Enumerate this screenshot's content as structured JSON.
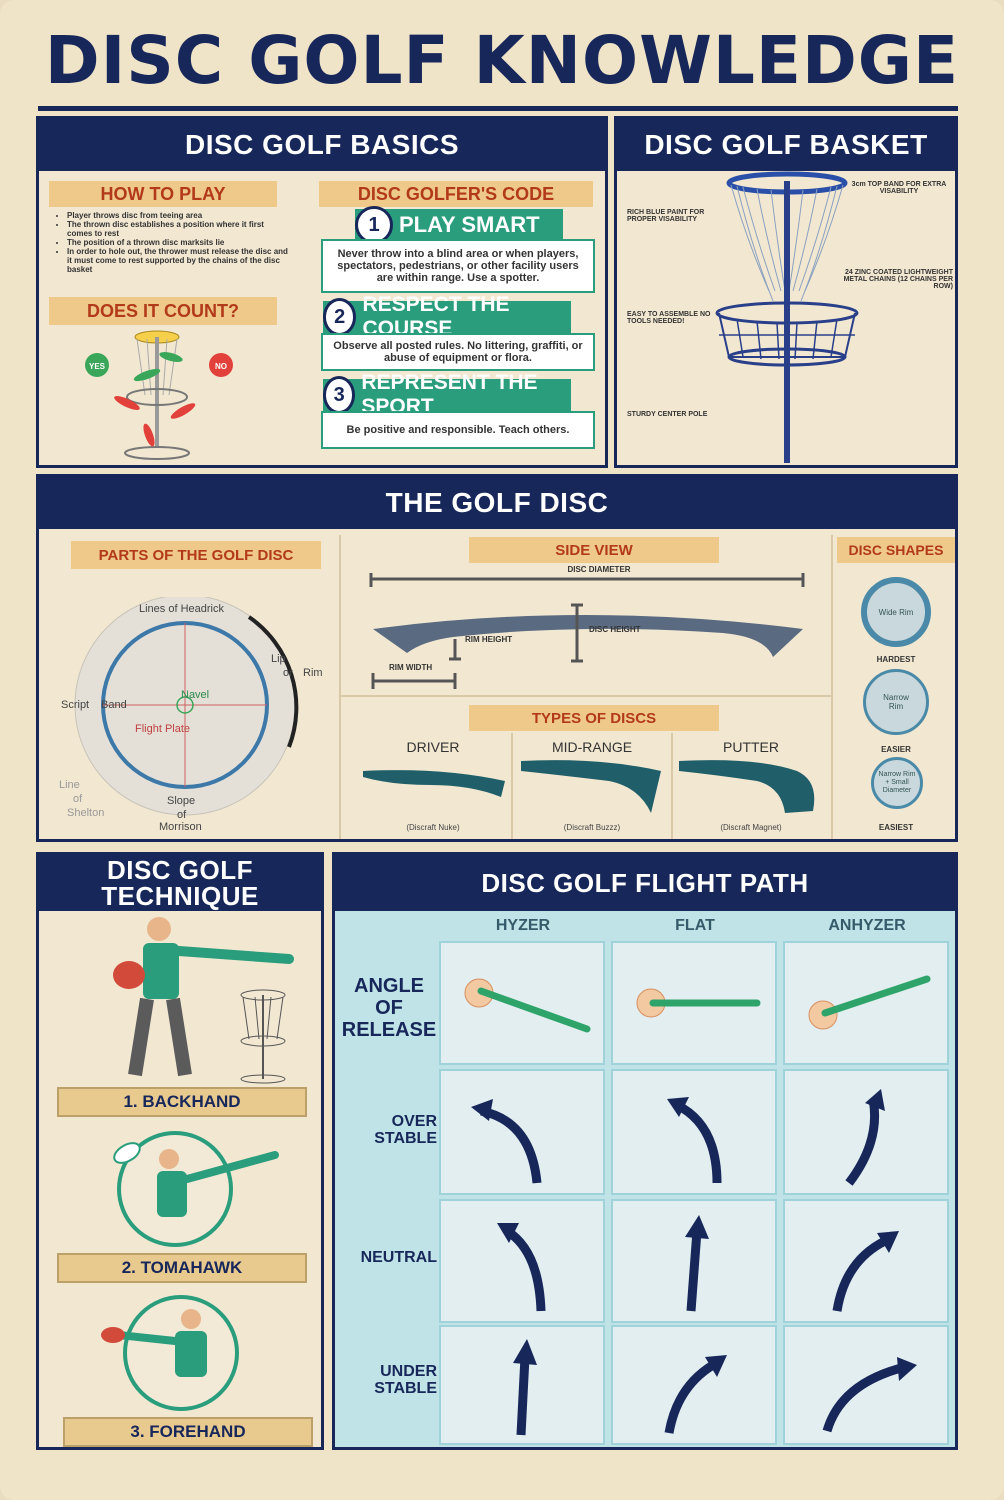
{
  "title": "DISC GOLF KNOWLEDGE",
  "basics": {
    "header": "DISC GOLF BASICS",
    "how_to_play": {
      "title": "HOW TO PLAY",
      "bullets": [
        "Player throws disc from teeing area",
        "The thrown disc establishes a position where it first comes to rest",
        "The position of a thrown disc marksits lie",
        "In order to hole out, the thrower must release the disc and it must come to rest supported by the chains of the disc basket"
      ]
    },
    "does_it_count": {
      "title": "DOES IT COUNT?",
      "yes": "YES",
      "no": "NO"
    },
    "code": {
      "title": "DISC GOLFER'S CODE",
      "items": [
        {
          "num": "1",
          "title": "PLAY SMART",
          "text": "Never throw into a blind area or when players, spectators, pedestrians, or other facility users are within range. Use a spotter."
        },
        {
          "num": "2",
          "title": "RESPECT THE COURSE",
          "text": "Observe all posted rules. No littering, graffiti, or abuse of equipment or flora."
        },
        {
          "num": "3",
          "title": "REPRESENT THE SPORT",
          "text": "Be positive and responsible. Teach others."
        }
      ]
    }
  },
  "basket": {
    "header": "DISC GOLF BASKET",
    "labels": {
      "top_band": "3cm TOP BAND FOR EXTRA VISABILITY",
      "blue_paint": "RICH BLUE PAINT FOR PROPER VISABILITY",
      "chains": "24 ZINC COATED LIGHTWEIGHT METAL CHAINS (12 CHAINS PER ROW)",
      "assemble": "EASY TO ASSEMBLE NO TOOLS NEEDED!",
      "pole": "STURDY CENTER POLE"
    }
  },
  "golf_disc": {
    "header": "THE GOLF DISC",
    "parts": {
      "title": "PARTS OF THE GOLF DISC",
      "labels": {
        "headrick": "Lines of Headrick",
        "lip": "Lip",
        "or": "or",
        "rim": "Rim",
        "script": "Script",
        "band": "Band",
        "navel": "Navel",
        "flight_plate": "Flight Plate",
        "line": "Line",
        "of1": "of",
        "shelton": "Shelton",
        "slope": "Slope",
        "of2": "of",
        "morrison": "Morrison"
      }
    },
    "side_view": {
      "title": "SIDE VIEW",
      "diameter": "DISC DIAMETER",
      "rim_height": "RIM HEIGHT",
      "disc_height": "DISC HEIGHT",
      "rim_width": "RIM WIDTH"
    },
    "types": {
      "title": "TYPES OF DISCS",
      "items": [
        {
          "name": "DRIVER",
          "example": "(Discraft Nuke)"
        },
        {
          "name": "MID-RANGE",
          "example": "(Discraft Buzzz)"
        },
        {
          "name": "PUTTER",
          "example": "(Discraft Magnet)"
        }
      ]
    },
    "shapes": {
      "title": "DISC SHAPES",
      "items": [
        {
          "circle": "Wide Rim",
          "rating": "HARDEST"
        },
        {
          "circle": "Narrow Rim",
          "rating": "EASIER"
        },
        {
          "circle": "Narrow Rim + Small Diameter",
          "rating": "EASIEST"
        }
      ]
    }
  },
  "technique": {
    "header_line1": "DISC GOLF",
    "header_line2": "TECHNIQUE",
    "items": [
      "1. BACKHAND",
      "2. TOMAHAWK",
      "3. FOREHAND"
    ]
  },
  "flight": {
    "header": "DISC GOLF FLIGHT PATH",
    "columns": [
      "HYZER",
      "FLAT",
      "ANHYZER"
    ],
    "rows": [
      "ANGLE OF RELEASE",
      "OVER STABLE",
      "NEUTRAL",
      "UNDER STABLE"
    ]
  },
  "colors": {
    "navy": "#17275a",
    "teal": "#2a9d7d",
    "tan": "#efc98a",
    "orange_red": "#b23a1a",
    "cream": "#efe3c8",
    "flight_bg": "#bfe3e6"
  }
}
